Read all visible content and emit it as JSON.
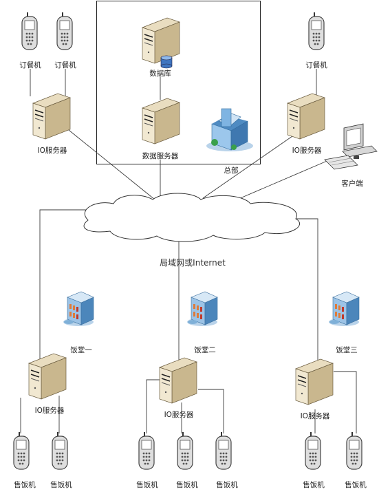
{
  "headquarters": {
    "label": "总部",
    "database_label": "数据库",
    "data_server_label": "数据服务器"
  },
  "top_left": {
    "phone_labels": [
      "订餐机",
      "订餐机"
    ],
    "server_label": "IO服务器"
  },
  "top_right": {
    "phone_label": "订餐机",
    "server_label": "IO服务器",
    "client_label": "客户端"
  },
  "network": {
    "label": "局域网或Internet"
  },
  "canteens": [
    {
      "building_label": "饭堂一",
      "server_label": "IO服务器",
      "phone_labels": [
        "售饭机",
        "售饭机"
      ]
    },
    {
      "building_label": "饭堂二",
      "server_label": "IO服务器",
      "phone_labels": [
        "售饭机",
        "售饭机",
        "售饭机"
      ]
    },
    {
      "building_label": "饭堂三",
      "server_label": "IO服务器",
      "phone_labels": [
        "售饭机",
        "售饭机"
      ]
    }
  ],
  "icons": {
    "server": "server-icon",
    "phone": "mobile-terminal-icon",
    "database": "database-icon",
    "building": "office-building-icon",
    "canteen": "canteen-building-icon",
    "computer": "desktop-computer-icon",
    "cloud": "cloud-icon"
  },
  "colors": {
    "server_body": "#d9c9a3",
    "server_front": "#efe4c8",
    "building_blue": "#6fa8d6",
    "line": "#3a3a3a"
  }
}
